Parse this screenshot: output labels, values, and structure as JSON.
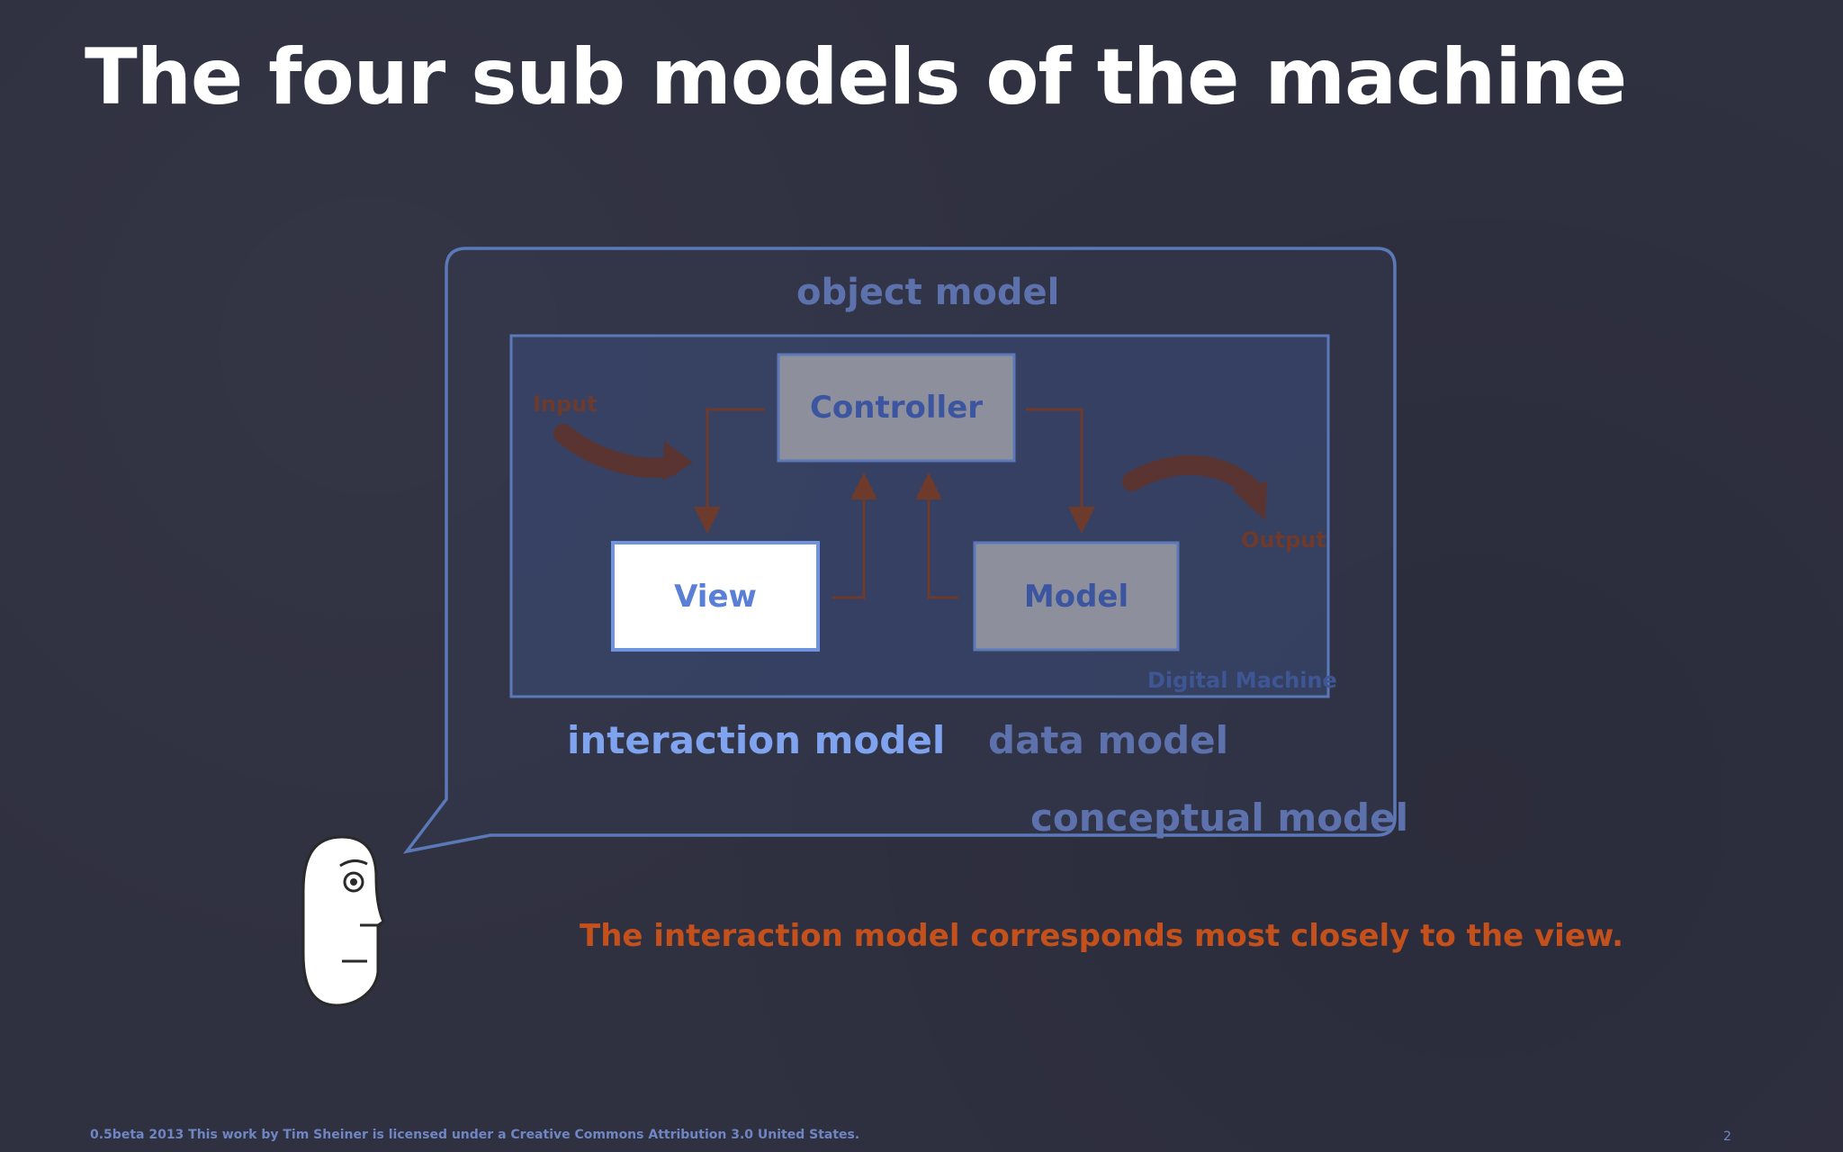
{
  "slide": {
    "title": "The four sub models of the machine",
    "caption": "The interaction model corresponds most closely to the view.",
    "footer": "0.5beta 2013  This work by Tim Sheiner is licensed under a Creative Commons Attribution 3.0 United States.",
    "page_number": "2"
  },
  "diagram": {
    "object_model_label": "object model",
    "conceptual_model_label": "conceptual model",
    "interaction_model_label": "interaction model",
    "data_model_label": "data model",
    "machine_label": "Digital Machine",
    "input_label": "Input",
    "output_label": "Output",
    "controller_label": "Controller",
    "view_label": "View",
    "model_label": "Model"
  },
  "colors": {
    "background": "#2f3040",
    "bubble_stroke": "#5b79b8",
    "highlight_blue": "#7fa3ee",
    "muted_blue": "#5d72ad",
    "arrow_brown": "#6e3a2c",
    "caption_orange": "#c4501c"
  }
}
